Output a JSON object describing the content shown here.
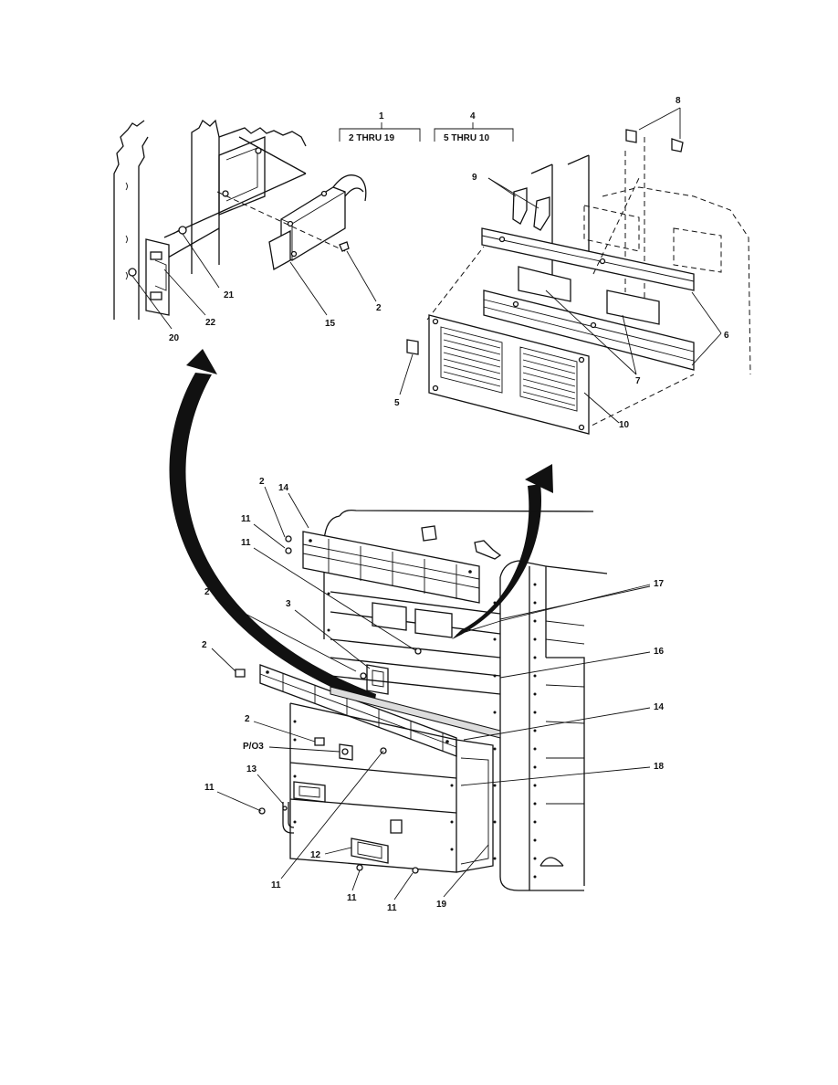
{
  "brackets": [
    {
      "num": "1",
      "range": "2 THRU 19"
    },
    {
      "num": "4",
      "range": "5 THRU 10"
    }
  ],
  "callouts": {
    "c2a": "2",
    "c15": "15",
    "c20": "20",
    "c21": "21",
    "c22": "22",
    "c5": "5",
    "c6": "6",
    "c7": "7",
    "c8": "8",
    "c9": "9",
    "c10": "10",
    "c2b": "2",
    "c14a": "14",
    "c11a": "11",
    "c11b": "11",
    "c17": "17",
    "c2c": "2",
    "c3": "3",
    "c2d": "2",
    "c16": "16",
    "c2e": "2",
    "c14b": "14",
    "cpo3": "P/O3",
    "c18": "18",
    "c11c": "11",
    "c13": "13",
    "c12": "12",
    "c11d": "11",
    "c11e": "11",
    "c11f": "11",
    "c19": "19"
  }
}
